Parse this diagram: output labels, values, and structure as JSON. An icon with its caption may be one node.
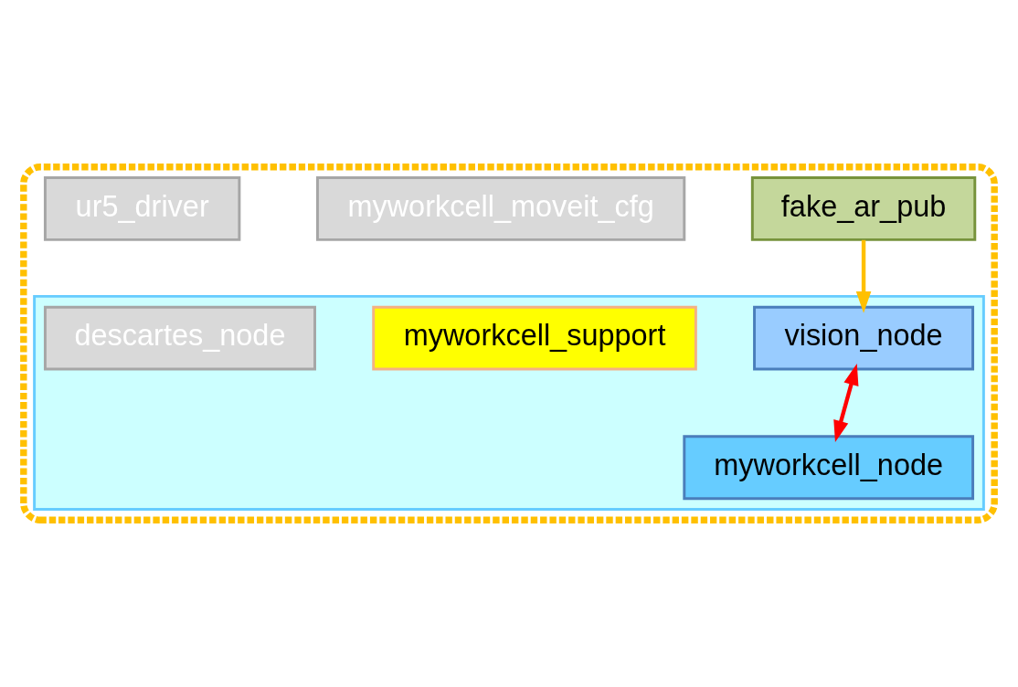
{
  "diagram": {
    "nodes": [
      {
        "text": [],
        "shape": "box"
      },
      {
        "text": [
          "fake_ar_pub"
        ],
        "in": 0
      },
      {
        "text": [],
        "shape": "box",
        "in": 0
      },
      {
        "text": [
          "myworkcell_node"
        ],
        "in": 2
      },
      {
        "text": [
          "vision_node"
        ],
        "in": 2
      },
      {
        "text": [
          "myworkcell_support"
        ],
        "in": 2
      },
      {
        "text": [
          "descartes_node"
        ],
        "in": 2
      },
      {
        "text": [
          "myworkcell_moveit_cfg"
        ],
        "in": 0
      },
      {
        "text": [
          "ur5_driver"
        ],
        "in": 0
      }
    ],
    "edges": [
      {
        "from": 1,
        "to": 4,
        "arrow": "to",
        "color": "#ffc000"
      },
      {
        "from": 4,
        "to": 3,
        "arrow": "both",
        "color": "#ff0000"
      }
    ]
  }
}
